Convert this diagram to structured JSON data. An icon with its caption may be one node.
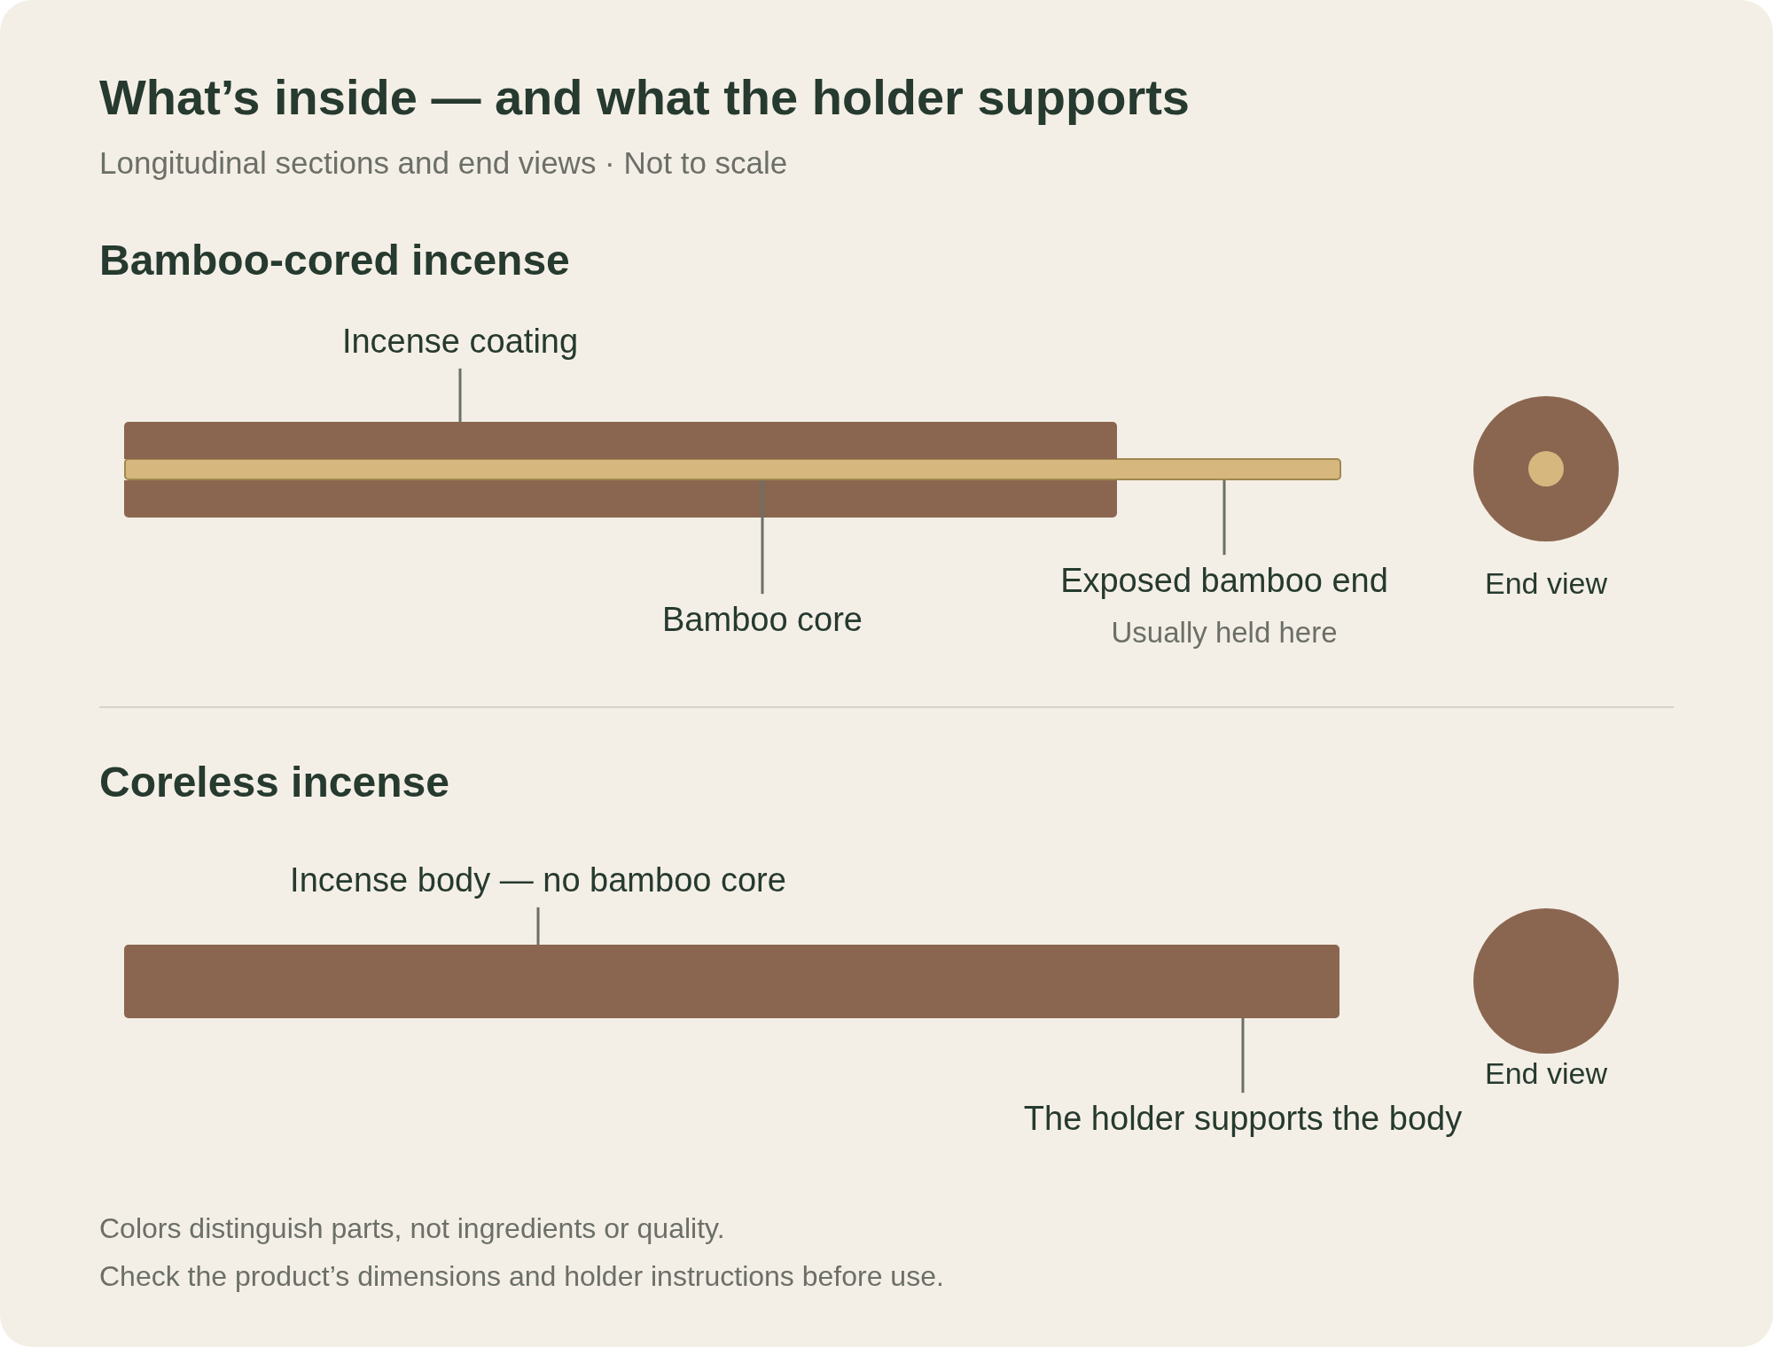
{
  "diagram": {
    "title": "What’s inside — and what the holder supports",
    "nodes": [
      {
        "text": [
          "Incense coating"
        ]
      },
      {
        "text": [],
        "shape": "bar"
      },
      {
        "text": [
          "Bamboo core"
        ]
      },
      {
        "text": [],
        "shape": "bar"
      },
      {
        "text": [
          "Exposed bamboo end"
        ],
        "beside": [
          "Usually held here"
        ]
      },
      {
        "text": [],
        "shape": "circle",
        "beside": [
          "End view"
        ]
      },
      {
        "text": [],
        "shape": "circle",
        "in": 5
      },
      {
        "text": [
          "Incense body — no bamboo core"
        ]
      },
      {
        "text": [],
        "shape": "bar"
      },
      {
        "text": [
          "The holder supports the body"
        ]
      },
      {
        "text": [],
        "shape": "circle",
        "beside": [
          "End view"
        ]
      }
    ],
    "edges": [
      {
        "from": 0,
        "to": 1,
        "arrow": "none"
      },
      {
        "from": 2,
        "to": 3,
        "arrow": "none"
      },
      {
        "from": 4,
        "to": 3,
        "arrow": "none"
      },
      {
        "from": 7,
        "to": 8,
        "arrow": "none"
      },
      {
        "from": 9,
        "to": 8,
        "arrow": "none"
      }
    ],
    "labels": [
      "Longitudinal sections and end views · Not to scale",
      "Bamboo-cored incense",
      "Coreless incense",
      "Colors distinguish parts, not ingredients or quality.",
      "Check the product’s dimensions and holder instructions before use."
    ]
  }
}
